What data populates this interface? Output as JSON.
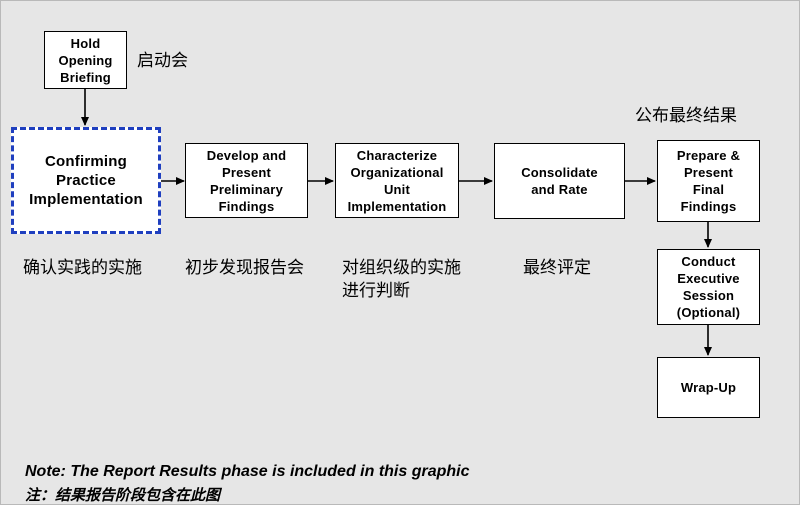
{
  "boxes": {
    "hold_briefing": "Hold\nOpening\nBriefing",
    "confirming": "Confirming\nPractice\nImplementation",
    "develop": "Develop and\nPresent\nPreliminary\nFindings",
    "characterize": "Characterize\nOrganizational\nUnit\nImplementation",
    "consolidate": "Consolidate\nand Rate",
    "prepare": "Prepare &\nPresent\nFinal\nFindings",
    "executive": "Conduct\nExecutive\nSession\n(Optional)",
    "wrapup": "Wrap-Up"
  },
  "labels": {
    "kickoff": "启动会",
    "publish": "公布最终结果",
    "confirm_cn": "确认实践的实施",
    "preliminary_cn": "初步发现报告会",
    "judge_cn": "对组织级的实施\n进行判断",
    "final_rate_cn": "最终评定"
  },
  "note": {
    "en": "Note: The Report Results phase is included in this graphic",
    "cn": "注：结果报告阶段包含在此图"
  },
  "colors": {
    "background": "#e6e6e6",
    "dashed_border": "#1f3fbf"
  }
}
